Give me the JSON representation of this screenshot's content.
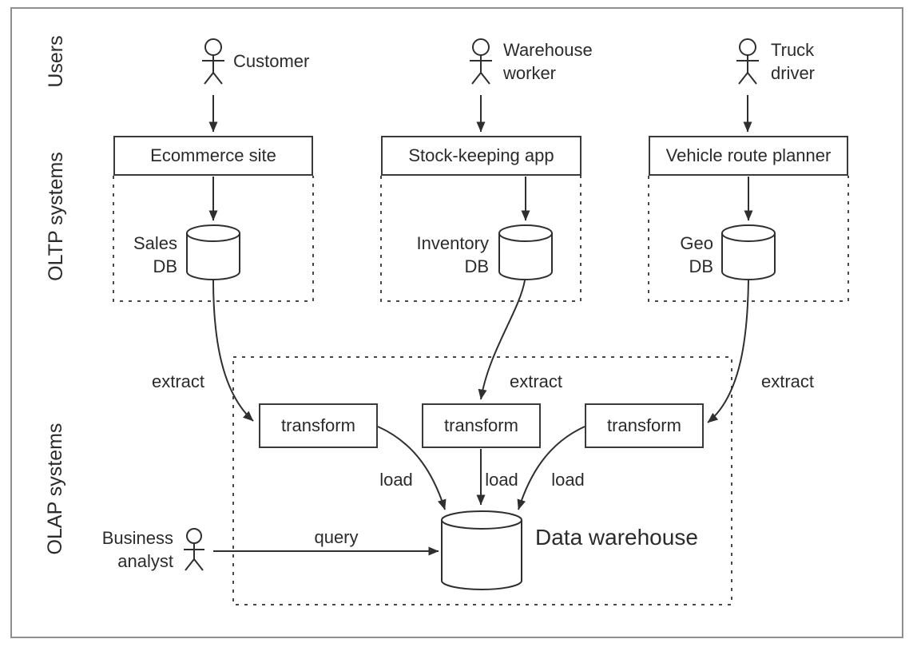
{
  "sections": {
    "users": "Users",
    "oltp": "OLTP systems",
    "olap": "OLAP systems"
  },
  "actors": {
    "customer": "Customer",
    "warehouse_worker": "Warehouse\nworker",
    "truck_driver": "Truck\ndriver",
    "business_analyst": "Business\nanalyst"
  },
  "apps": {
    "ecommerce": "Ecommerce site",
    "stock_keeping": "Stock-keeping app",
    "route_planner": "Vehicle route planner"
  },
  "databases": {
    "sales": "Sales\nDB",
    "inventory": "Inventory\nDB",
    "geo": "Geo\nDB",
    "warehouse": "Data warehouse"
  },
  "etl": {
    "transform1": "transform",
    "transform2": "transform",
    "transform3": "transform",
    "extract1": "extract",
    "extract2": "extract",
    "extract3": "extract",
    "load1": "load",
    "load2": "load",
    "load3": "load",
    "query": "query"
  },
  "colors": {
    "line": "#2f2f2f",
    "text": "#2b2b2b",
    "frame_border": "#8f8f8f",
    "background": "#ffffff"
  }
}
